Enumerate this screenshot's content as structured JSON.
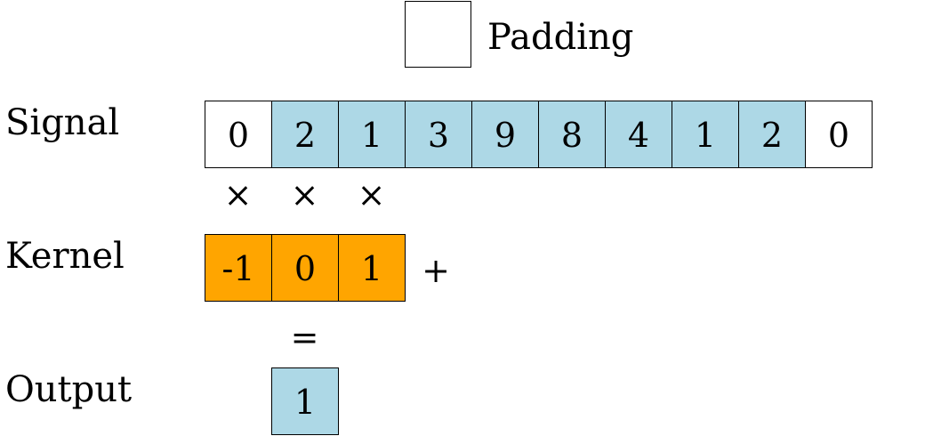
{
  "legend": {
    "padding_label": "Padding",
    "padding_color": "#ffffff"
  },
  "colors": {
    "signal": "#add8e6",
    "kernel": "#ffa500",
    "output": "#add8e6"
  },
  "rows": {
    "signal": "Signal",
    "kernel": "Kernel",
    "output": "Output"
  },
  "signal": [
    "0",
    "2",
    "1",
    "3",
    "9",
    "8",
    "4",
    "1",
    "2",
    "0"
  ],
  "signal_padded": [
    true,
    false,
    false,
    false,
    false,
    false,
    false,
    false,
    false,
    true
  ],
  "kernel": [
    "-1",
    "0",
    "1"
  ],
  "output": [
    "1"
  ],
  "operators": {
    "times": "×",
    "plus": "+",
    "equals": "="
  }
}
